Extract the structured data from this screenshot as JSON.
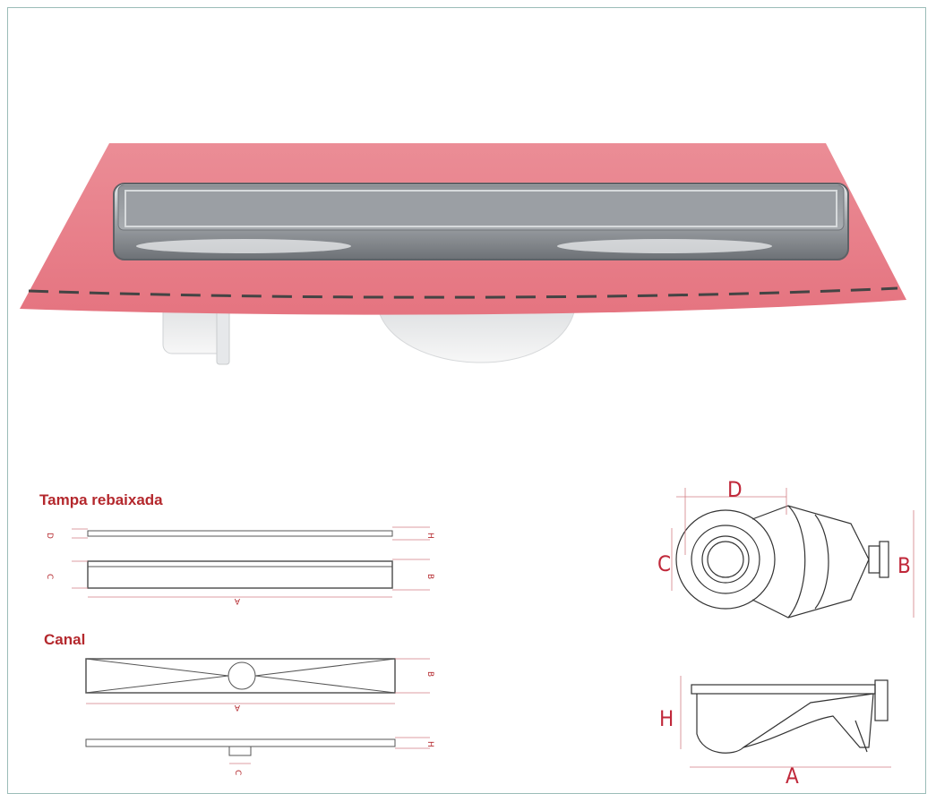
{
  "section_labels": {
    "tampa": "Tampa rebaixada",
    "canal": "Canal"
  },
  "dim_letters": {
    "a": "A",
    "b": "B",
    "c": "C",
    "d": "D",
    "h": "H"
  },
  "colors": {
    "membrane": "#e9808a",
    "steel": "#b9bcbf",
    "accent_red": "#b4282d",
    "frame": "#9bbcb8"
  }
}
